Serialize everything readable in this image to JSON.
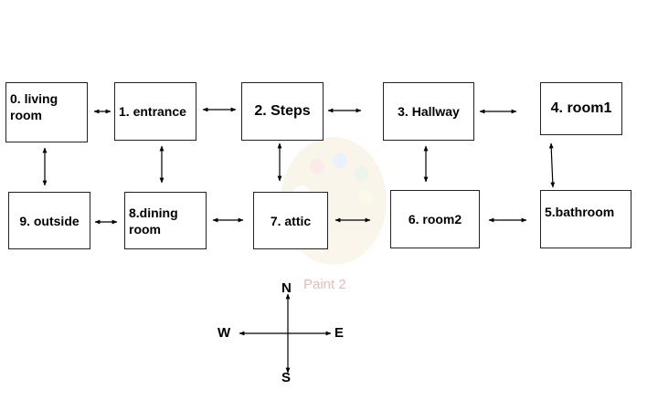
{
  "rooms": [
    {
      "id": 0,
      "label": "0. living\nroom"
    },
    {
      "id": 1,
      "label": "1. entrance"
    },
    {
      "id": 2,
      "label": "2. Steps"
    },
    {
      "id": 3,
      "label": "3. Hallway"
    },
    {
      "id": 4,
      "label": "4. room1"
    },
    {
      "id": 5,
      "label": "5.bathroom"
    },
    {
      "id": 6,
      "label": "6. room2"
    },
    {
      "id": 7,
      "label": "7. attic"
    },
    {
      "id": 8,
      "label": "8.dining\nroom"
    },
    {
      "id": 9,
      "label": "9. outside"
    }
  ],
  "connections": [
    [
      0,
      1
    ],
    [
      1,
      2
    ],
    [
      2,
      3
    ],
    [
      3,
      4
    ],
    [
      0,
      9
    ],
    [
      1,
      8
    ],
    [
      2,
      7
    ],
    [
      3,
      6
    ],
    [
      4,
      5
    ],
    [
      9,
      8
    ],
    [
      8,
      7
    ],
    [
      7,
      6
    ],
    [
      6,
      5
    ]
  ],
  "compass": {
    "north": "N",
    "south": "S",
    "west": "W",
    "east": "E"
  },
  "watermark": {
    "text": "Paint 2",
    "color": "#f3b8b8"
  }
}
